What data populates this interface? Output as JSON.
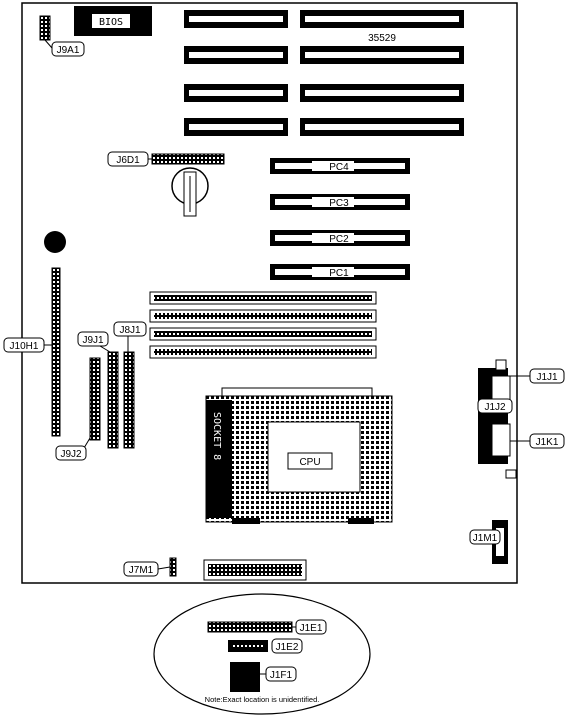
{
  "board": {
    "part_number": "35529",
    "bios_label": "BIOS",
    "cpu_label": "CPU",
    "socket_label": "SOCKET 8",
    "pci_slots": [
      "PC4",
      "PC3",
      "PC2",
      "PC1"
    ]
  },
  "callouts": {
    "j9a1": "J9A1",
    "j6d1": "J6D1",
    "j10h1": "J10H1",
    "j9j1": "J9J1",
    "j8j1": "J8J1",
    "j9j2": "J9J2",
    "j1j1": "J1J1",
    "j1j2": "J1J2",
    "j1k1": "J1K1",
    "j1m1": "J1M1",
    "j7m1": "J7M1",
    "j1e1": "J1E1",
    "j1e2": "J1E2",
    "j1f1": "J1F1"
  },
  "inset": {
    "note": "Note:Exact location is unidentified."
  }
}
